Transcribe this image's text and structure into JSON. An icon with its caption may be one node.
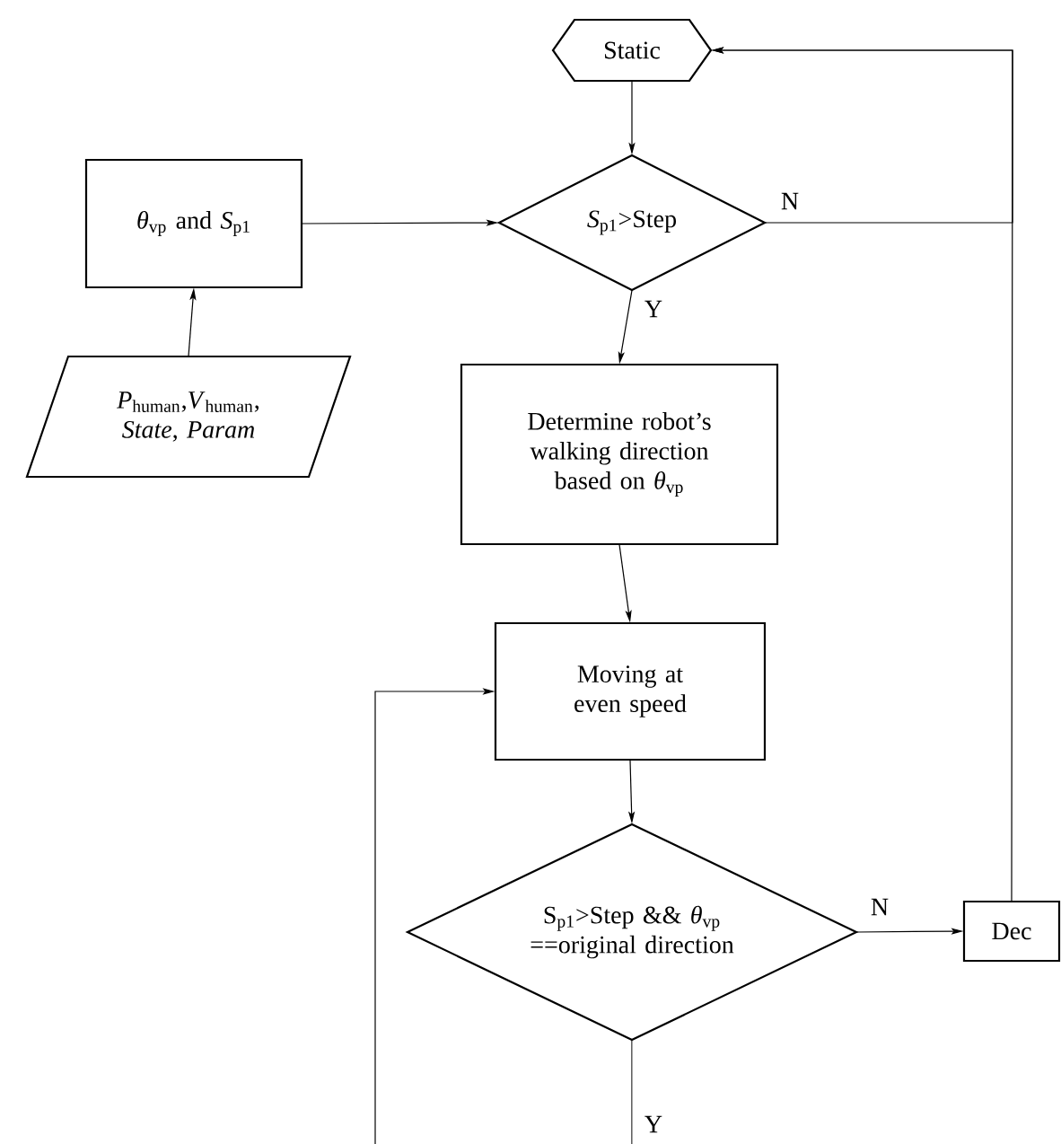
{
  "diagram": {
    "nodes": [
      {
        "text": [
          "Static"
        ]
      },
      {
        "text": [
          "*θ*$_{vp}$ and *S*$_{p1}$"
        ]
      },
      {
        "text": [
          "*S*$_{p1}$>Step"
        ]
      },
      {
        "text": [
          "*P*$_{human}$,*V*$_{human}$, *State*, *Param*"
        ]
      },
      {
        "text": [
          "Determine robot’s walking direction based on *θ*$_{vp}$"
        ]
      },
      {
        "text": [
          "Moving at even speed"
        ]
      },
      {
        "text": [
          "S$_{p1}$>Step && *θ*$_{vp}$ ==original direction"
        ]
      },
      {
        "text": [
          "Dec"
        ]
      }
    ],
    "edges": [
      {
        "from": 0,
        "to": 2,
        "arrow": "to"
      },
      {
        "from": 1,
        "to": 2,
        "arrow": "to"
      },
      {
        "from": 3,
        "to": 1,
        "arrow": "to"
      },
      {
        "from": 2,
        "to": 4,
        "arrow": "to",
        "label": "Y"
      },
      {
        "from": 2,
        "to": 0,
        "arrow": "to",
        "label": "N"
      },
      {
        "from": 4,
        "to": 5,
        "arrow": "to"
      },
      {
        "from": 5,
        "to": 6,
        "arrow": "to"
      },
      {
        "from": 6,
        "to": 7,
        "arrow": "to",
        "label": "N"
      },
      {
        "from": 7,
        "to": 0,
        "arrow": "to"
      },
      {
        "from": 6,
        "to": null,
        "arrow": "none",
        "label": "Y"
      },
      {
        "from": null,
        "to": 5,
        "arrow": "to"
      }
    ]
  }
}
